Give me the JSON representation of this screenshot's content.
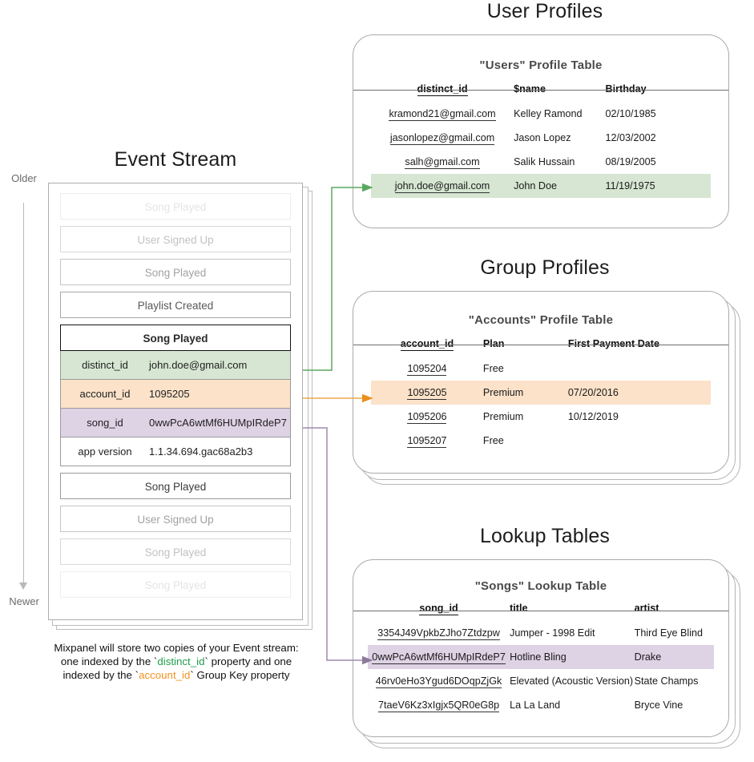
{
  "sections": {
    "event_stream_title": "Event Stream",
    "user_profiles_title": "User Profiles",
    "group_profiles_title": "Group Profiles",
    "lookup_tables_title": "Lookup Tables"
  },
  "timeline": {
    "older_label": "Older",
    "newer_label": "Newer"
  },
  "event_stream": {
    "events_before": [
      {
        "label": "Song Played"
      },
      {
        "label": "User Signed Up"
      },
      {
        "label": "Song Played"
      },
      {
        "label": "Playlist Created"
      }
    ],
    "expanded_event": {
      "name": "Song Played",
      "properties": [
        {
          "key": "distinct_id",
          "value": "john.doe@gmail.com",
          "highlight": "green"
        },
        {
          "key": "account_id",
          "value": "1095205",
          "highlight": "orange"
        },
        {
          "key": "song_id",
          "value": "0wwPcA6wtMf6HUMpIRdeP7",
          "highlight": "purple"
        },
        {
          "key": "app version",
          "value": "1.1.34.694.gac68a2b3",
          "highlight": "none"
        }
      ]
    },
    "events_after": [
      {
        "label": "Song Played"
      },
      {
        "label": "User Signed Up"
      },
      {
        "label": "Song Played"
      },
      {
        "label": "Song Played"
      }
    ],
    "caption": {
      "line1": "Mixpanel will store two copies of your Event stream:",
      "line2_pre": "one indexed by the `",
      "line2_green": "distinct_id",
      "line2_post": "` property and one",
      "line3_pre": "indexed by the `",
      "line3_orange": "account_id",
      "line3_post": "` Group Key property"
    }
  },
  "users_table": {
    "title": "\"Users\" Profile Table",
    "columns": [
      "distinct_id",
      "$name",
      "Birthday"
    ],
    "rows": [
      {
        "cells": [
          "kramond21@gmail.com",
          "Kelley Ramond",
          "02/10/1985"
        ],
        "highlight": "none"
      },
      {
        "cells": [
          "jasonlopez@gmail.com",
          "Jason Lopez",
          "12/03/2002"
        ],
        "highlight": "none"
      },
      {
        "cells": [
          "salh@gmail.com",
          "Salik Hussain",
          "08/19/2005"
        ],
        "highlight": "none"
      },
      {
        "cells": [
          "john.doe@gmail.com",
          "John Doe",
          "11/19/1975"
        ],
        "highlight": "green"
      }
    ]
  },
  "accounts_table": {
    "title": "\"Accounts\" Profile Table",
    "columns": [
      "account_id",
      "Plan",
      "First Payment Date"
    ],
    "rows": [
      {
        "cells": [
          "1095204",
          "Free",
          ""
        ],
        "highlight": "none"
      },
      {
        "cells": [
          "1095205",
          "Premium",
          "07/20/2016"
        ],
        "highlight": "orange"
      },
      {
        "cells": [
          "1095206",
          "Premium",
          "10/12/2019"
        ],
        "highlight": "none"
      },
      {
        "cells": [
          "1095207",
          "Free",
          ""
        ],
        "highlight": "none"
      }
    ]
  },
  "songs_table": {
    "title": "\"Songs\" Lookup Table",
    "columns": [
      "song_id",
      "title",
      "artist"
    ],
    "rows": [
      {
        "cells": [
          "3354J49VpkbZJho7Ztdzpw",
          "Jumper - 1998 Edit",
          "Third Eye Blind"
        ],
        "highlight": "none"
      },
      {
        "cells": [
          "0wwPcA6wtMf6HUMpIRdeP7",
          "Hotline Bling",
          "Drake"
        ],
        "highlight": "purple"
      },
      {
        "cells": [
          "46rv0eHo3Ygud6DOqpZjGk",
          "Elevated (Acoustic Version)",
          "State Champs"
        ],
        "highlight": "none"
      },
      {
        "cells": [
          "7taeV6Kz3xIgjx5QR0eG8p",
          "La La Land",
          "Bryce Vine"
        ],
        "highlight": "none"
      }
    ]
  },
  "colors": {
    "green": "#d6e6d2",
    "orange": "#fbe2c9",
    "purple": "#ded2e5",
    "green_line": "#5aa85f",
    "orange_line": "#eba94b",
    "purple_line": "#9f8aad",
    "card_border": "#aaaaaa"
  }
}
